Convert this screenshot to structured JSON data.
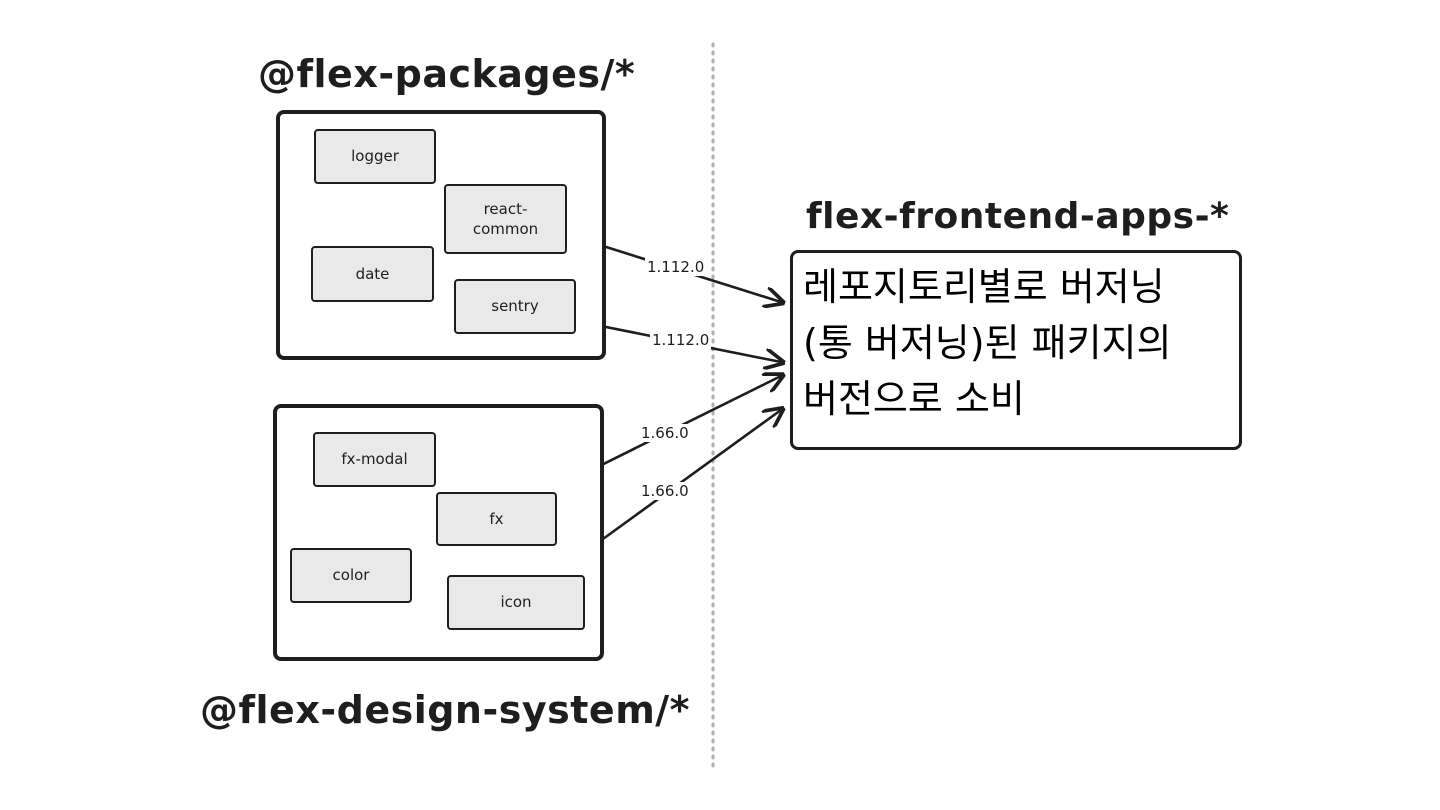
{
  "groups": {
    "packages": {
      "title": "@flex-packages/*",
      "nodes": {
        "logger": "logger",
        "date": "date",
        "react_common": "react-\ncommon",
        "sentry": "sentry"
      }
    },
    "design_system": {
      "title": "@flex-design-system/*",
      "nodes": {
        "fx_modal": "fx-modal",
        "color": "color",
        "fx": "fx",
        "icon": "icon"
      }
    }
  },
  "apps": {
    "title": "flex-frontend-apps-*",
    "note": "레포지토리별로 버저닝\n(통 버저닝)된 패키지의\n버전으로 소비"
  },
  "edge_labels": {
    "react_common": "1.112.0",
    "sentry": "1.112.0",
    "fx": "1.66.0",
    "icon": "1.66.0"
  },
  "colors": {
    "stroke": "#1e1e1e",
    "node_fill": "#e9e9e9",
    "divider": "#b0b0b0"
  }
}
